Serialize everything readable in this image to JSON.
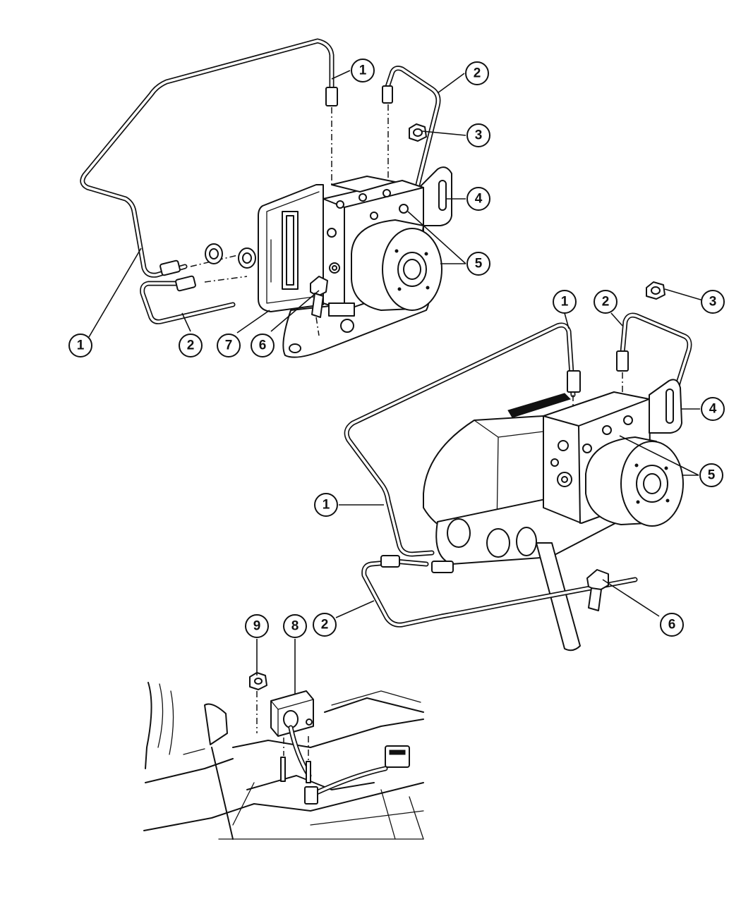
{
  "callouts": {
    "top_tube_1": "1",
    "top_tube_2": "2",
    "top_nut_3": "3",
    "top_bracket_4": "4",
    "top_module_5": "5",
    "top_tube_1_lower": "1",
    "top_tube_2_lower": "2",
    "top_module_7": "7",
    "top_bolt_6": "6",
    "mid_tube_1": "1",
    "mid_tube_2": "2",
    "mid_nut_3": "3",
    "mid_bracket_4": "4",
    "mid_module_5": "5",
    "mid_tube_1_lower": "1",
    "mid_tube_2_lower": "2",
    "mid_bolt_6": "6",
    "bottom_nut_9": "9",
    "bottom_sensor_8": "8"
  }
}
